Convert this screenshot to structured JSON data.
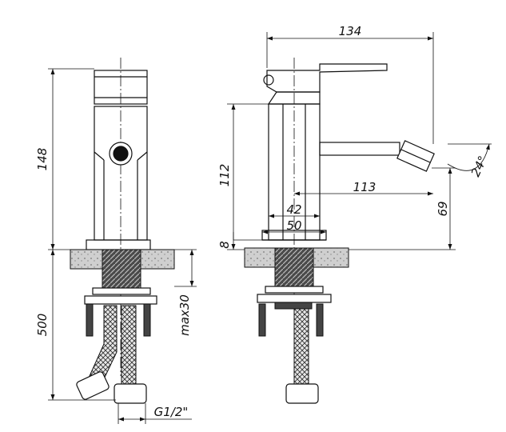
{
  "drawing": {
    "front_view": {
      "height_total": "148",
      "hose_length": "500",
      "counter_max": "max30",
      "thread": "G1/2\""
    },
    "side_view": {
      "overall_width": "134",
      "spout_height": "112",
      "spout_reach": "113",
      "body_diameter": "42",
      "flange_diameter": "50",
      "flange_height": "8",
      "nozzle_height": "69",
      "nozzle_angle": "24°"
    }
  }
}
